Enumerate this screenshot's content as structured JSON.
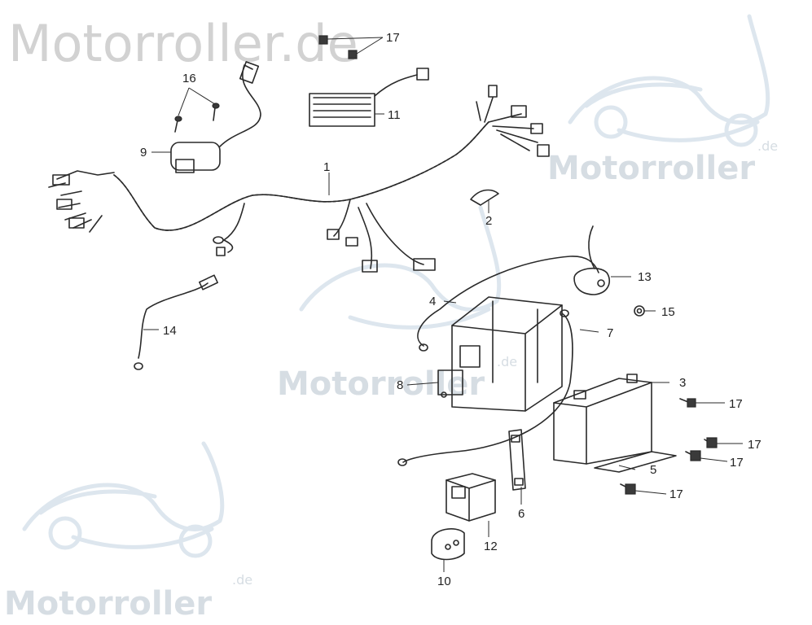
{
  "watermarks": {
    "top_left": "Motorroller.de",
    "logo_text": "Motorroller",
    "logo_suffix": ".de"
  },
  "callouts": [
    {
      "id": "1",
      "label": "1"
    },
    {
      "id": "2",
      "label": "2"
    },
    {
      "id": "3",
      "label": "3"
    },
    {
      "id": "4",
      "label": "4"
    },
    {
      "id": "5",
      "label": "5"
    },
    {
      "id": "6",
      "label": "6"
    },
    {
      "id": "7",
      "label": "7"
    },
    {
      "id": "8",
      "label": "8"
    },
    {
      "id": "9",
      "label": "9"
    },
    {
      "id": "10",
      "label": "10"
    },
    {
      "id": "11",
      "label": "11"
    },
    {
      "id": "12",
      "label": "12"
    },
    {
      "id": "13",
      "label": "13"
    },
    {
      "id": "14",
      "label": "14"
    },
    {
      "id": "15",
      "label": "15"
    },
    {
      "id": "16",
      "label": "16"
    },
    {
      "id": "17a",
      "label": "17"
    },
    {
      "id": "17b",
      "label": "17"
    },
    {
      "id": "17c",
      "label": "17"
    },
    {
      "id": "17d",
      "label": "17"
    },
    {
      "id": "17e",
      "label": "17"
    }
  ],
  "colors": {
    "line": "#2a2a2a",
    "watermark": "#d6dde3"
  }
}
